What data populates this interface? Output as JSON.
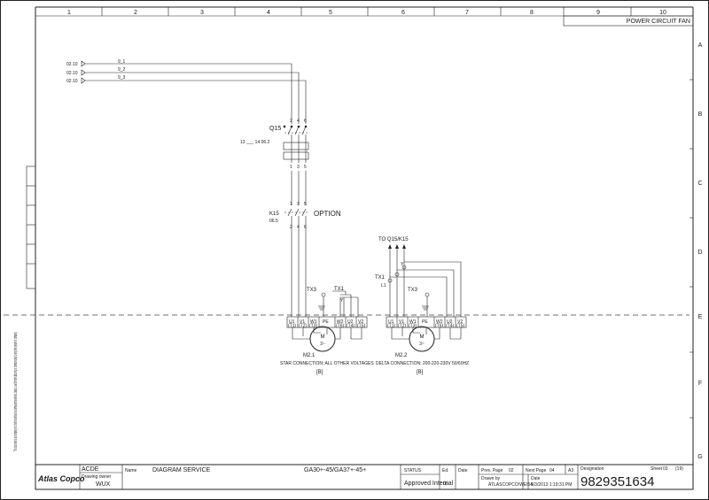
{
  "border": {
    "columns": [
      "1",
      "2",
      "3",
      "4",
      "5",
      "6",
      "7",
      "8",
      "9",
      "10"
    ],
    "rows": [
      "A",
      "B",
      "C",
      "D",
      "E",
      "F",
      "G"
    ]
  },
  "header": {
    "title": "POWER CIRCUIT FAN"
  },
  "refs": {
    "r1": "02.10",
    "r2": "02.10",
    "r3": "02.10",
    "w1": "9_1",
    "w2": "9_2",
    "w3": "9_3"
  },
  "q15": {
    "tag": "Q15",
    "top": [
      "2",
      "4",
      "6"
    ],
    "bottom": [
      "1",
      "3",
      "5"
    ],
    "aux": "13 ___ 14  06.2"
  },
  "k15": {
    "tag": "K15",
    "ref": "06.5",
    "top": [
      "1",
      "3",
      "5"
    ],
    "bottom": [
      "2",
      "4",
      "6"
    ],
    "option": "OPTION"
  },
  "motor1": {
    "tx3": "TX3",
    "tx1": "TX1",
    "tx1_y": "Y",
    "terms": [
      "U1",
      "V1",
      "W1",
      "PE",
      "W2",
      "U2",
      "V2"
    ],
    "subs": [
      "(T1)",
      "(T2)",
      "(T3)",
      "",
      "(T6)",
      "(T4)",
      "(T5)"
    ],
    "m": "M",
    "phase": "3~",
    "tag": "M2.1",
    "caption": "STAR CONNECTION: ALL OTHER VOLTAGES",
    "ref": "[B]"
  },
  "motor2": {
    "to": "TO Q15/K15",
    "tx1": "TX1",
    "tx3": "TX3",
    "y": "Y",
    "l1": "L1",
    "terms": [
      "U1",
      "V1",
      "W1",
      "PE",
      "W2",
      "U2",
      "V2"
    ],
    "subs": [
      "(T1)",
      "(T2)",
      "(T3)",
      "",
      "(T6)",
      "(T4)",
      "(T5)"
    ],
    "m": "M",
    "phase": "3~",
    "tag": "M2.2",
    "caption": "DELTA CONNECTION: 200-220-230V 50/60HZ",
    "ref": "[B]"
  },
  "titleblock": {
    "company": "Atlas Copco",
    "acde": "ACDE",
    "owner_label": "Drawing owner",
    "owner": "WUX",
    "name_label": "Name",
    "name": "DIAGRAM SERVICE",
    "model": "GA30+-45/GA37+-45+",
    "status_label": "STATUS",
    "status": "Approved Internal",
    "ed_label": "Ed.",
    "ed": "00",
    "date_label": "Date",
    "prev_label": "Prev. Page",
    "prev": "02",
    "next_label": "Next Page",
    "next": "04",
    "size": "A3",
    "drawn_label": "Drawn by",
    "drawn": "ATLASCOPCO\\WEI54",
    "date2_label": "Date",
    "date2": "5/3/2013 1:19:31 PM",
    "designation_label": "Designation",
    "designation": "9829351634",
    "sheet_label": "Sheet",
    "sheet": "03",
    "sheet_total": "(19)",
    "side_note": "This document is our property and shall not without our permission be altered, copied, used for manufacturing or communicated to any other person or company."
  }
}
